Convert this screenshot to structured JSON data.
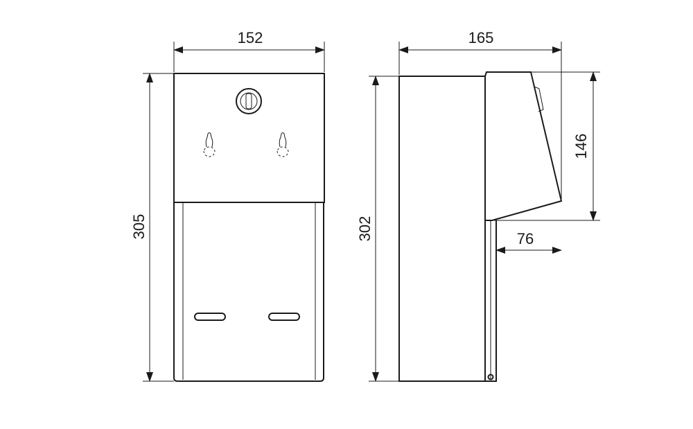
{
  "dimensions": {
    "front_width": "152",
    "front_height": "305",
    "side_depth": "165",
    "side_height": "302",
    "lid_height": "146",
    "lid_overhang": "76"
  }
}
